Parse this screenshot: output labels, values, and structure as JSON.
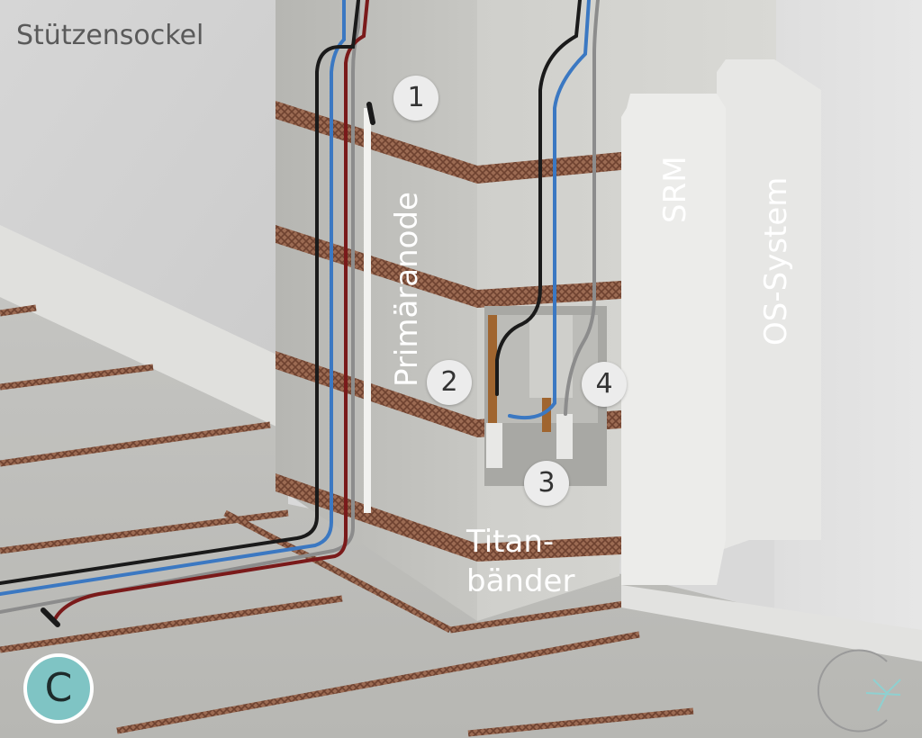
{
  "title": "Stützensockel",
  "labels": {
    "primaranode": "Primäranode",
    "srm": "SRM",
    "os_system": "OS-System",
    "titan_line1": "Titan-",
    "titan_line2": "bänder"
  },
  "callouts": [
    "1",
    "2",
    "3",
    "4"
  ],
  "badge": "C",
  "colors": {
    "badge": "#7fc4c4",
    "mesh": "#8a5a44",
    "cable_black": "#1a1a1a",
    "cable_blue": "#3b78c2",
    "cable_red": "#7a1a1a",
    "cable_grey": "#8c8c8c"
  },
  "icons": [
    "corner-logo-icon"
  ]
}
